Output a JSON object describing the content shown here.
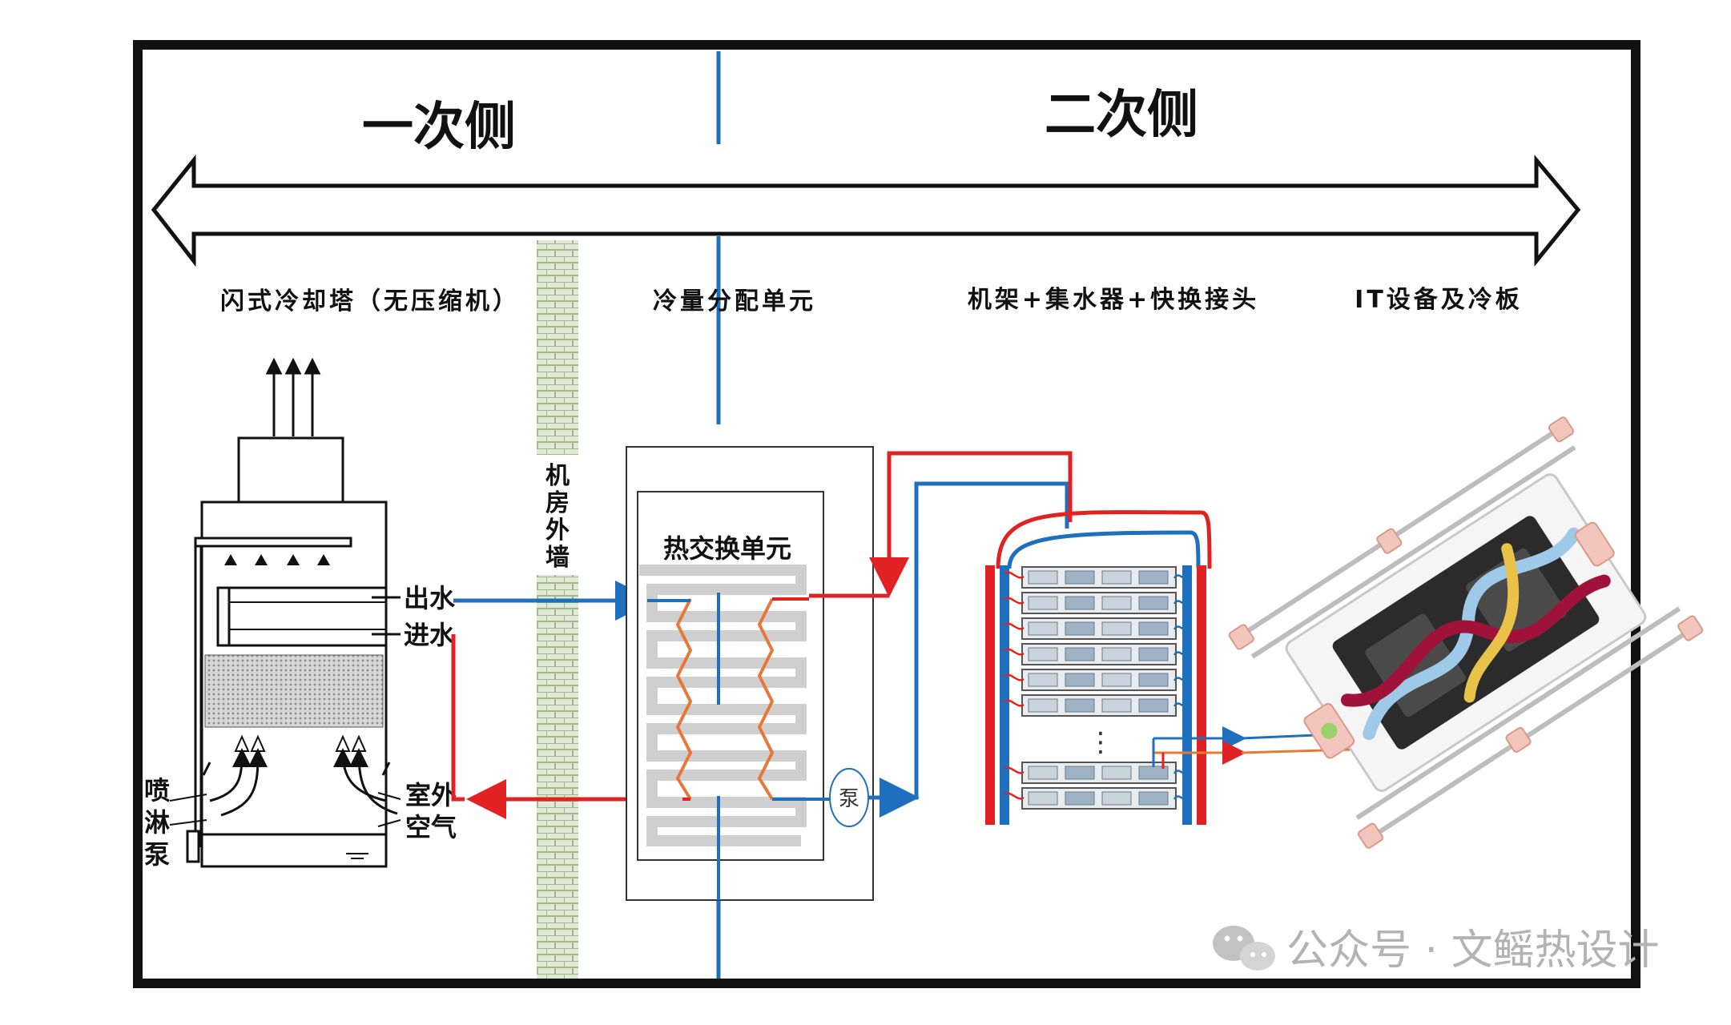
{
  "header": {
    "primary_side": "一次侧",
    "secondary_side": "二次侧"
  },
  "sections": {
    "cooling_tower": "闪式冷却塔（无压缩机）",
    "cdu": "冷量分配单元",
    "rack": "机架+集水器+快换接头",
    "it": "IT设备及冷板"
  },
  "tower": {
    "water_out": "出水",
    "water_in": "进水",
    "spray_pump": [
      "喷",
      "淋",
      "泵"
    ],
    "outdoor_air": [
      "室外",
      "空气"
    ]
  },
  "wall": {
    "label": [
      "机",
      "房",
      "外",
      "墙"
    ]
  },
  "cdu": {
    "heat_exchanger": "热交换单元",
    "pump": "泵"
  },
  "rack": {
    "ellipsis": "⋮"
  },
  "watermark": {
    "text": "公众号 · 文鳐热设计",
    "icon": "wechat-icon"
  },
  "colors": {
    "hot": "#e02222",
    "cold": "#1f6fbf",
    "orange_coil": "#e6783a",
    "frame": "#111111",
    "wall": "#c6d8b9"
  }
}
